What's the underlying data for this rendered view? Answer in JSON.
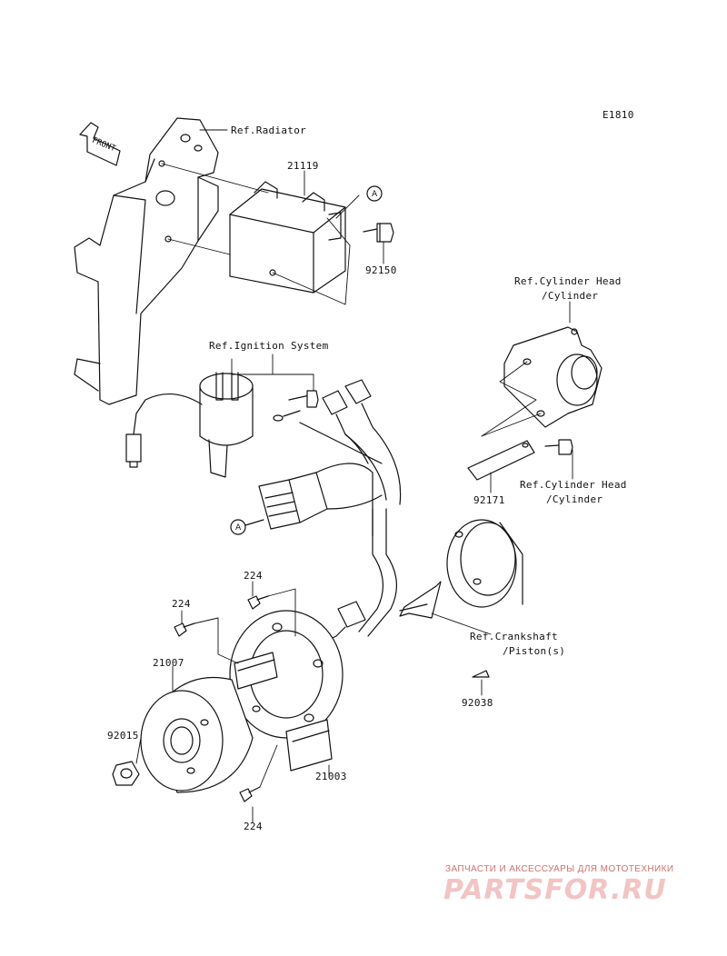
{
  "diagram_code": "E1810",
  "front_label": "FRONT",
  "connector_marker": "A",
  "references": {
    "radiator": "Ref.Radiator",
    "ignition": "Ref.Ignition System",
    "cylinder_head_top_line1": "Ref.Cylinder Head",
    "cylinder_head_top_line2": "/Cylinder",
    "cylinder_head_mid_line1": "Ref.Cylinder Head",
    "cylinder_head_mid_line2": "/Cylinder",
    "crankshaft_line1": "Ref.Crankshaft",
    "crankshaft_line2": "/Piston(s)"
  },
  "parts": {
    "p21119": "21119",
    "p92150": "92150",
    "p92171": "92171",
    "p224_top": "224",
    "p224_left": "224",
    "p224_bottom": "224",
    "p21007": "21007",
    "p92015": "92015",
    "p21003": "21003",
    "p92038": "92038"
  },
  "watermark": {
    "tagline": "ЗАПЧАСТИ И АКСЕССУАРЫ ДЛЯ МОТОТЕХНИКИ",
    "logo_main": "PARTSFOR",
    "logo_domain": ".RU"
  }
}
